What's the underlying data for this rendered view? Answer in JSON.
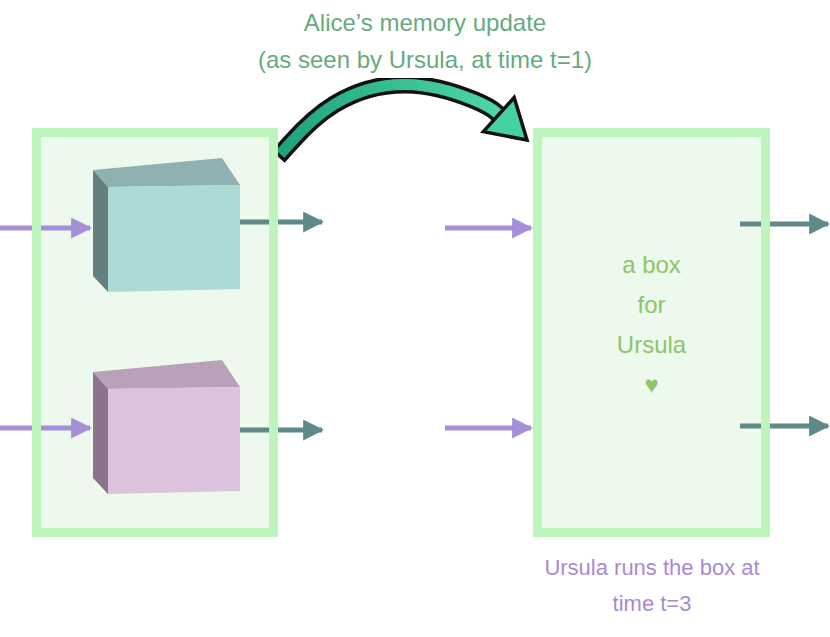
{
  "diagram": {
    "nodes": [
      {
        "text": []
      },
      {
        "text": [
          "a box for Ursula ♥",
          "Ursula runs the box at time t=3"
        ]
      }
    ],
    "edges": [
      {
        "from": 0,
        "to": 1,
        "arrow": "to",
        "label": "Alice’s memory update (as seen by Ursula, at time t=1)"
      }
    ]
  }
}
